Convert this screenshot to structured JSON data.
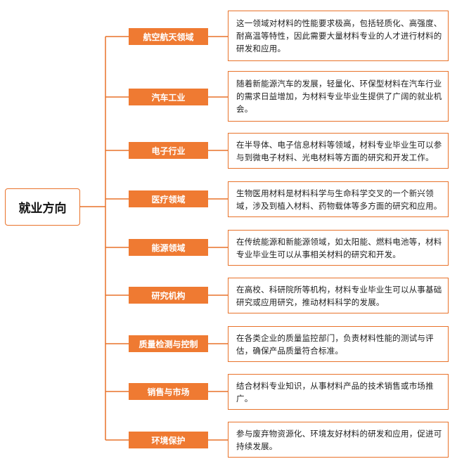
{
  "root": {
    "label": "就业方向"
  },
  "branches": [
    {
      "label": "航空航天领域",
      "desc": "这一领域对材料的性能要求极高，包括轻质化、高强度、耐高温等特性，因此需要大量材料专业的人才进行材料的研发和应用。"
    },
    {
      "label": "汽车工业",
      "desc": "随着新能源汽车的发展，轻量化、环保型材料在汽车行业的需求日益增加，为材料专业毕业生提供了广阔的就业机会。"
    },
    {
      "label": "电子行业",
      "desc": "在半导体、电子信息材料等领域，材料专业毕业生可以参与到微电子材料、光电材料等方面的研究和开发工作。"
    },
    {
      "label": "医疗领域",
      "desc": "生物医用材料是材料科学与生命科学交叉的一个新兴领域，涉及到植入材料、药物载体等多方面的研究和应用。"
    },
    {
      "label": "能源领域",
      "desc": "在传统能源和新能源领域，如太阳能、燃料电池等，材料专业毕业生可以从事相关材料的研究和开发。"
    },
    {
      "label": "研究机构",
      "desc": "在高校、科研院所等机构，材料专业毕业生可以从事基础研究或应用研究，推动材料科学的发展。"
    },
    {
      "label": "质量检测与控制",
      "desc": "在各类企业的质量监控部门，负责材料性能的测试与评估，确保产品质量符合标准。"
    },
    {
      "label": "销售与市场",
      "desc": "结合材料专业知识，从事材料产品的技术销售或市场推广。"
    },
    {
      "label": "环境保护",
      "desc": "参与废弃物资源化、环境友好材料的研发和应用，促进可持续发展。"
    }
  ],
  "colors": {
    "accent": "#ef7a32",
    "line": "#e8722a"
  }
}
